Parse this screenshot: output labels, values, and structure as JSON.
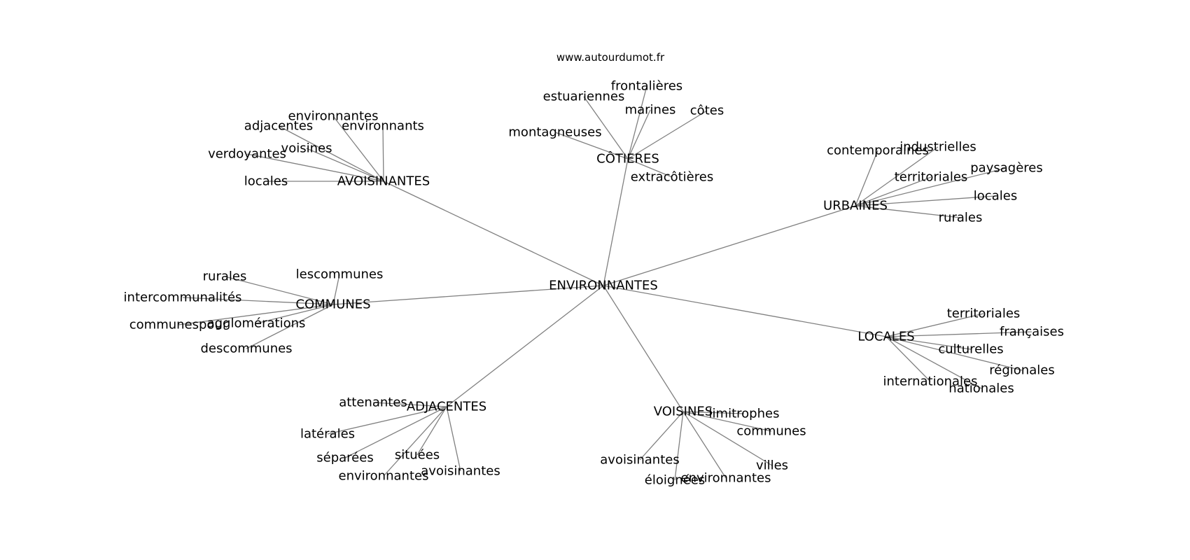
{
  "caption": "www.autourdumot.fr",
  "edge_color": "#808080",
  "root": "ENVIRONNANTES",
  "groups": [
    {
      "label": "CÔTIERES",
      "leaves": [
        "frontalières",
        "estuariennes",
        "marines",
        "côtes",
        "montagneuses",
        "extracôtières"
      ]
    },
    {
      "label": "AVOISINANTES",
      "leaves": [
        "environnantes",
        "adjacentes",
        "environnants",
        "voisines",
        "verdoyantes",
        "locales"
      ]
    },
    {
      "label": "URBAINES",
      "leaves": [
        "contemporaines",
        "industrielles",
        "paysagères",
        "territoriales",
        "locales",
        "rurales"
      ]
    },
    {
      "label": "COMMUNES",
      "leaves": [
        "rurales",
        "lescommunes",
        "intercommunalités",
        "agglomérations",
        "communespour",
        "descommunes"
      ]
    },
    {
      "label": "LOCALES",
      "leaves": [
        "territoriales",
        "françaises",
        "culturelles",
        "régionales",
        "internationales",
        "nationales"
      ]
    },
    {
      "label": "ADJACENTES",
      "leaves": [
        "attenantes",
        "latérales",
        "séparées",
        "situées",
        "avoisinantes",
        "environnantes"
      ]
    },
    {
      "label": "VOISINES",
      "leaves": [
        "limitrophes",
        "communes",
        "avoisinantes",
        "villes",
        "environnantes",
        "éloignées"
      ]
    }
  ]
}
